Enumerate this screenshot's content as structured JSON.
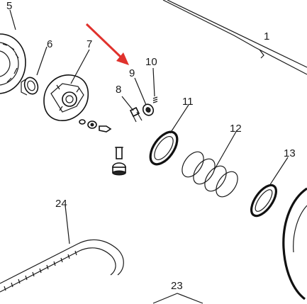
{
  "labels": {
    "l1": "1",
    "l5": "5",
    "l6": "6",
    "l7": "7",
    "l8": "8",
    "l9": "9",
    "l10": "10",
    "l11": "11",
    "l12": "12",
    "l13": "13",
    "l23": "23",
    "l24": "24"
  },
  "highlight_color": "#e0322d"
}
